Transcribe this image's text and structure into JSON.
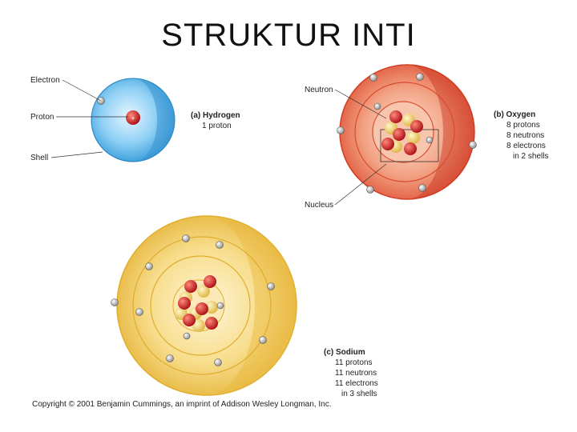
{
  "slide": {
    "title": "STRUKTUR INTI"
  },
  "hydrogen": {
    "labels": {
      "electron": "Electron",
      "proton": "Proton",
      "shell": "Shell"
    },
    "caption_title": "(a) Hydrogen",
    "caption_lines": [
      "1 proton"
    ]
  },
  "oxygen": {
    "labels": {
      "neutron": "Neutron",
      "nucleus": "Nucleus"
    },
    "caption_title": "(b) Oxygen",
    "caption_lines": [
      "8 protons",
      "8 neutrons",
      "8 electrons",
      "in 2 shells"
    ]
  },
  "sodium": {
    "caption_title": "(c) Sodium",
    "caption_lines": [
      "11 protons",
      "11 neutrons",
      "11 electrons",
      "in 3 shells"
    ]
  },
  "footer": {
    "copyright": "Copyright © 2001 Benjamin Cummings, an imprint of Addison Wesley Longman, Inc."
  },
  "symbols": {
    "plus": "+",
    "minus": "−"
  }
}
